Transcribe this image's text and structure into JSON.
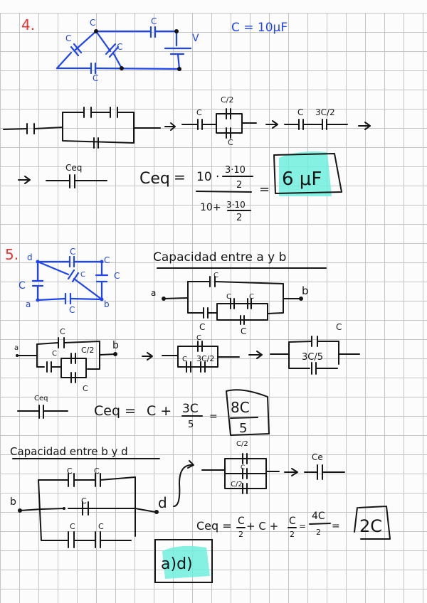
{
  "problem4": {
    "number": "4.",
    "given": "C = 10μF",
    "circuit_labels": {
      "top_left": "C",
      "top_right": "C",
      "diag_left": "C",
      "diag_mid": "C",
      "bottom": "C",
      "source": "V"
    },
    "reduction_labels": {
      "step2_top": "C/2",
      "step2_left": "C",
      "step2_bottom": "C",
      "step3_left": "C",
      "step3_right": "3C/2",
      "final": "Ceq"
    },
    "equation": {
      "lhs": "Ceq",
      "num_a": "10 ·",
      "num_b_top": "3·10",
      "num_b_bot": "2",
      "den_a": "10+",
      "den_b_top": "3·10",
      "den_b_bot": "2",
      "eq": "="
    },
    "result": "6 μF"
  },
  "problem5": {
    "number": "5.",
    "circuit_labels": {
      "d": "d",
      "a": "a",
      "b": "b",
      "top": "C",
      "top_right": "C",
      "right": "C",
      "left": "C",
      "diag": "C",
      "bottom": "C"
    },
    "part_ab": {
      "title": "Capacidad entre a y b",
      "node_a": "a",
      "node_b": "b",
      "labels": {
        "top": "C",
        "mid1": "C",
        "mid2": "C",
        "low": "C",
        "low2": "C"
      },
      "step1_labels": {
        "a": "a",
        "b": "b",
        "top": "C",
        "left": "C",
        "par_top": "C/2",
        "par_bot": "C"
      },
      "step2_labels": {
        "top": "C",
        "left": "C",
        "right": "3C/2"
      },
      "step3_labels": {
        "top": "C",
        "mid": "3C/5"
      },
      "final_label": "Ceq",
      "equation": {
        "lhs": "Ceq =",
        "a": "C +",
        "frac_top": "3C",
        "frac_bot": "5",
        "eq": "="
      },
      "result": {
        "top": "8C",
        "bot": "5"
      }
    },
    "part_bd": {
      "title": "Capacidad entre b y d",
      "node_b": "b",
      "node_d": "d",
      "labels": {
        "top1": "C",
        "top2": "C",
        "mid": "C",
        "bot1": "C",
        "bot2": "C"
      },
      "reduced_labels": {
        "top": "C/2",
        "mid": "C",
        "bot": "C/2",
        "final": "Ce"
      },
      "equation": {
        "lhs": "Ceq =",
        "t1_top": "C",
        "t1_bot": "2",
        "plus1": "+ C +",
        "t2_top": "C",
        "t2_bot": "2",
        "eq1": "=",
        "t3_top": "4C",
        "t3_bot": "2",
        "eq2": "="
      },
      "result": "2C"
    },
    "note": "a)d)"
  }
}
